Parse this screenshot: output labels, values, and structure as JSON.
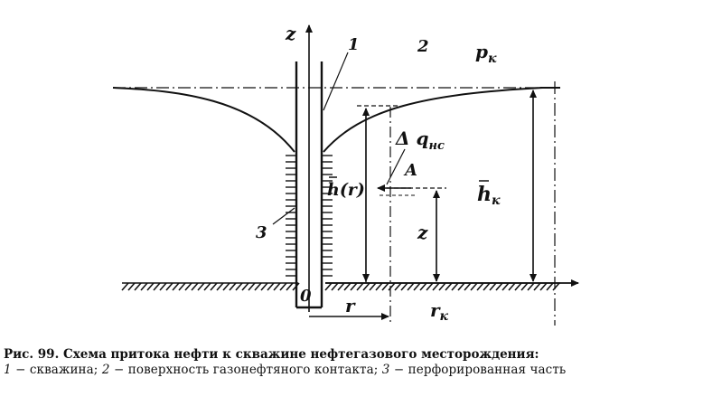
{
  "figure": {
    "labels": {
      "z_axis": "z",
      "curve_1": "1",
      "curve_2": "2",
      "p_k": "p",
      "p_k_sub": "к",
      "delta_q": "Δ q",
      "delta_q_sub": "нс",
      "point_A": "A",
      "h_r": "h(r)",
      "h_k": "h",
      "h_k_sub": "к",
      "z_mid": "z",
      "label_3": "3",
      "origin": "0",
      "r": "r",
      "r_k": "r",
      "r_k_sub": "к"
    }
  },
  "caption": {
    "title": "Рис. 99. Схема притока нефти к скважине нефтегазового месторождения:",
    "items": [
      {
        "num": "1",
        "text": " − скважина; "
      },
      {
        "num": "2",
        "text": " − поверхность газонефтяного контакта; "
      },
      {
        "num": "3",
        "text": " − перфорированная часть"
      }
    ]
  }
}
